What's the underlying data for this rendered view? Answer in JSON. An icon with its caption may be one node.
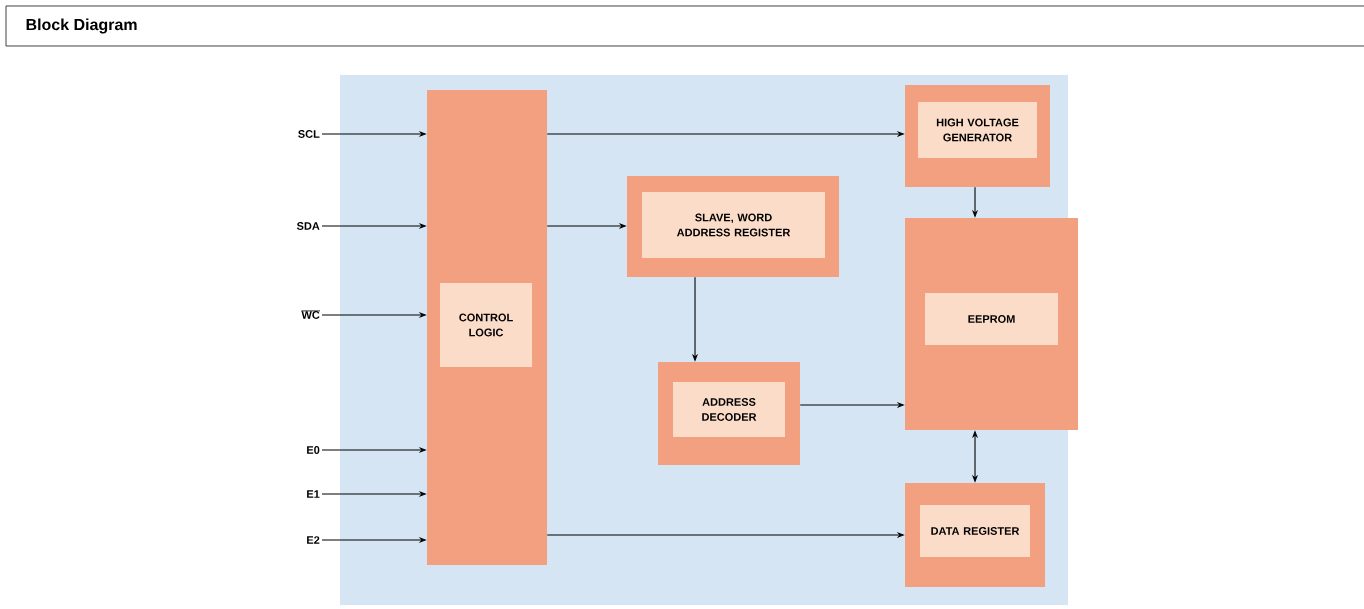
{
  "diagram": {
    "title": "Block Diagram",
    "nodes": [
      {
        "text": [
          "SCL"
        ]
      },
      {
        "text": [
          "SDA"
        ]
      },
      {
        "text": [
          "WC"
        ]
      },
      {
        "text": [
          "E0"
        ]
      },
      {
        "text": [
          "E1"
        ]
      },
      {
        "text": [
          "E2"
        ]
      },
      {
        "text": [
          "CONTROL LOGIC"
        ]
      },
      {
        "text": [
          "SLAVE, WORD ADDRESS REGISTER"
        ]
      },
      {
        "text": [
          "ADDRESS DECODER"
        ]
      },
      {
        "text": [
          "HIGH VOLTAGE GENERATOR"
        ]
      },
      {
        "text": [
          "EEPROM"
        ]
      },
      {
        "text": [
          "DATA REGISTER"
        ]
      }
    ],
    "edges": [
      {
        "from": 0,
        "to": 6,
        "arrow": "to"
      },
      {
        "from": 1,
        "to": 6,
        "arrow": "to"
      },
      {
        "from": 2,
        "to": 6,
        "arrow": "to"
      },
      {
        "from": 3,
        "to": 6,
        "arrow": "to"
      },
      {
        "from": 4,
        "to": 6,
        "arrow": "to"
      },
      {
        "from": 5,
        "to": 6,
        "arrow": "to"
      },
      {
        "from": 6,
        "to": 9,
        "arrow": "to"
      },
      {
        "from": 6,
        "to": 7,
        "arrow": "to"
      },
      {
        "from": 7,
        "to": 8,
        "arrow": "to"
      },
      {
        "from": 8,
        "to": 10,
        "arrow": "to"
      },
      {
        "from": 9,
        "to": 10,
        "arrow": "to"
      },
      {
        "from": 10,
        "to": 11,
        "arrow": "both"
      },
      {
        "from": 6,
        "to": 11,
        "arrow": "to"
      }
    ]
  }
}
